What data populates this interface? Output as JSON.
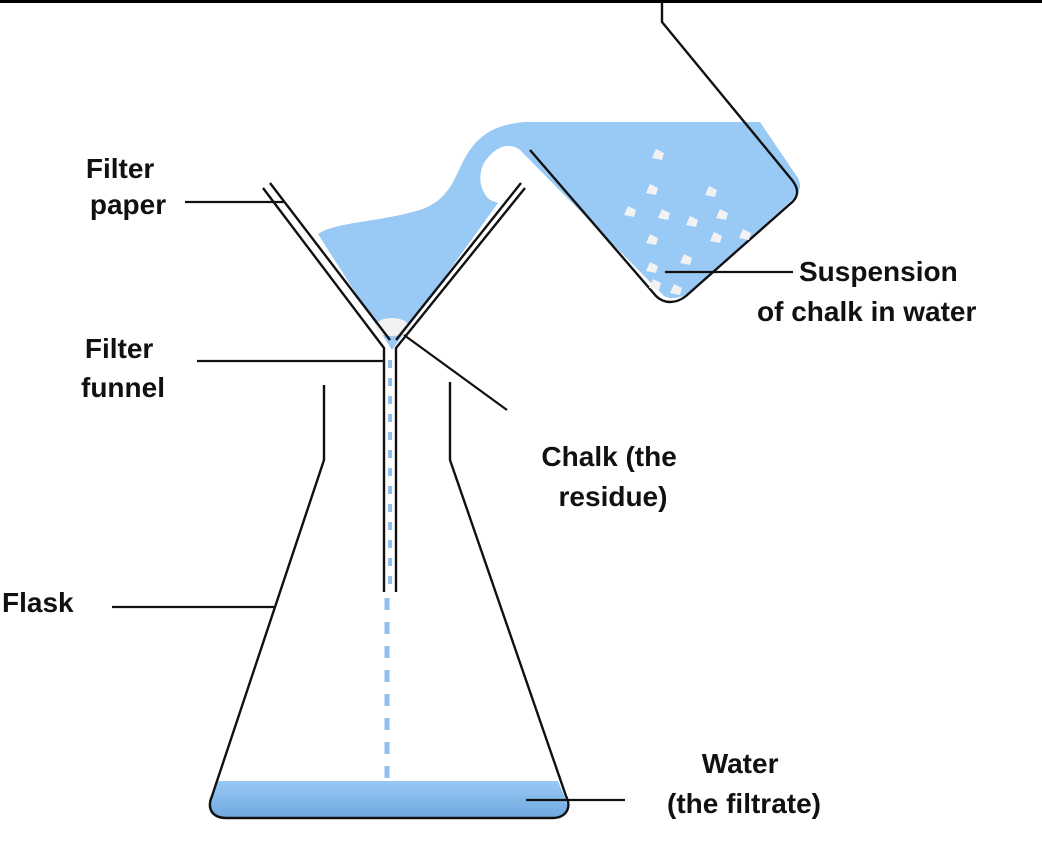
{
  "title": "Filtration of a suspension of chalk in water",
  "colors": {
    "liquid": "#99c9f5",
    "liquid_dark": "#6fa8e0",
    "outline": "#111111",
    "chalk": "#f2f2f2",
    "drip": "#8fc0ef"
  },
  "labels": {
    "filter_paper": [
      "Filter",
      "paper"
    ],
    "filter_funnel": [
      "Filter",
      "funnel"
    ],
    "flask": [
      "Flask"
    ],
    "chalk_residue": [
      "Chalk (the",
      "residue)"
    ],
    "suspension": [
      "Suspension",
      "of chalk in water"
    ],
    "filtrate": [
      "Water",
      "(the filtrate)"
    ]
  },
  "components": [
    {
      "id": "beaker",
      "name": "Beaker pouring suspension"
    },
    {
      "id": "funnel",
      "name": "Filter funnel with filter paper"
    },
    {
      "id": "flask",
      "name": "Conical flask"
    },
    {
      "id": "residue",
      "name": "Chalk residue on filter paper"
    },
    {
      "id": "filtrate",
      "name": "Water filtrate collected in flask"
    }
  ]
}
